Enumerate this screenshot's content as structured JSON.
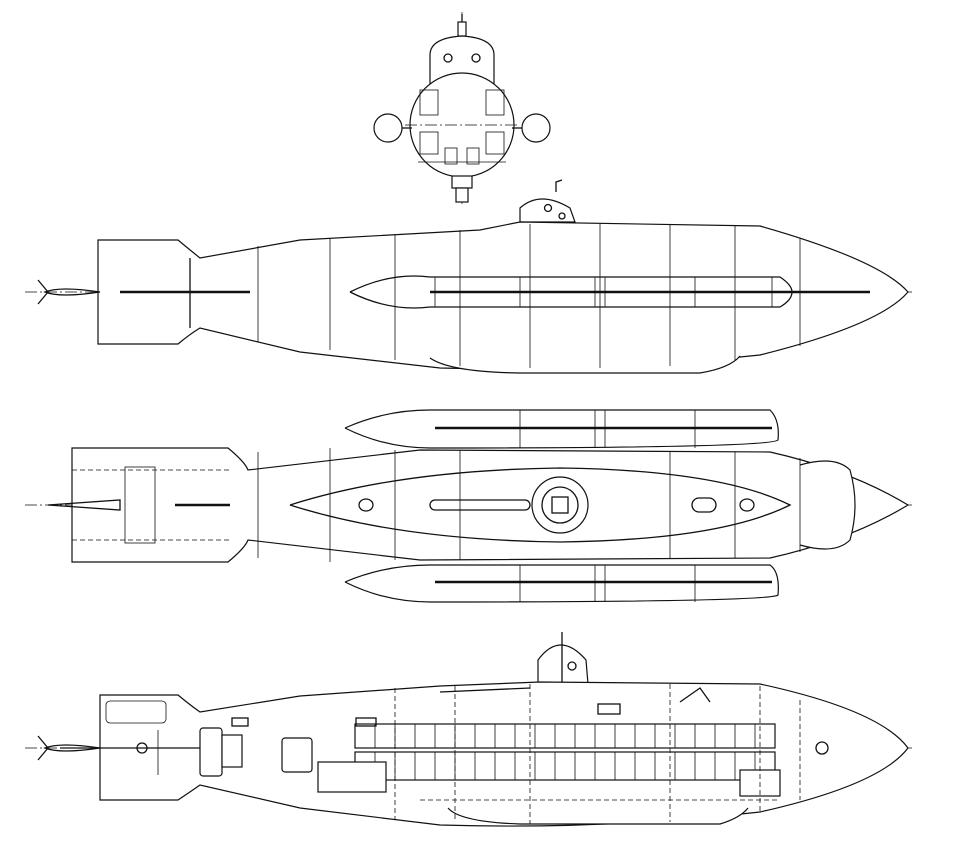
{
  "drawing": {
    "subject": "midget-submarine-plans",
    "views": [
      "cross-section",
      "side-elevation",
      "plan-view",
      "inboard-profile"
    ],
    "colors": {
      "ink": "#111111",
      "paper": "#ffffff"
    }
  }
}
